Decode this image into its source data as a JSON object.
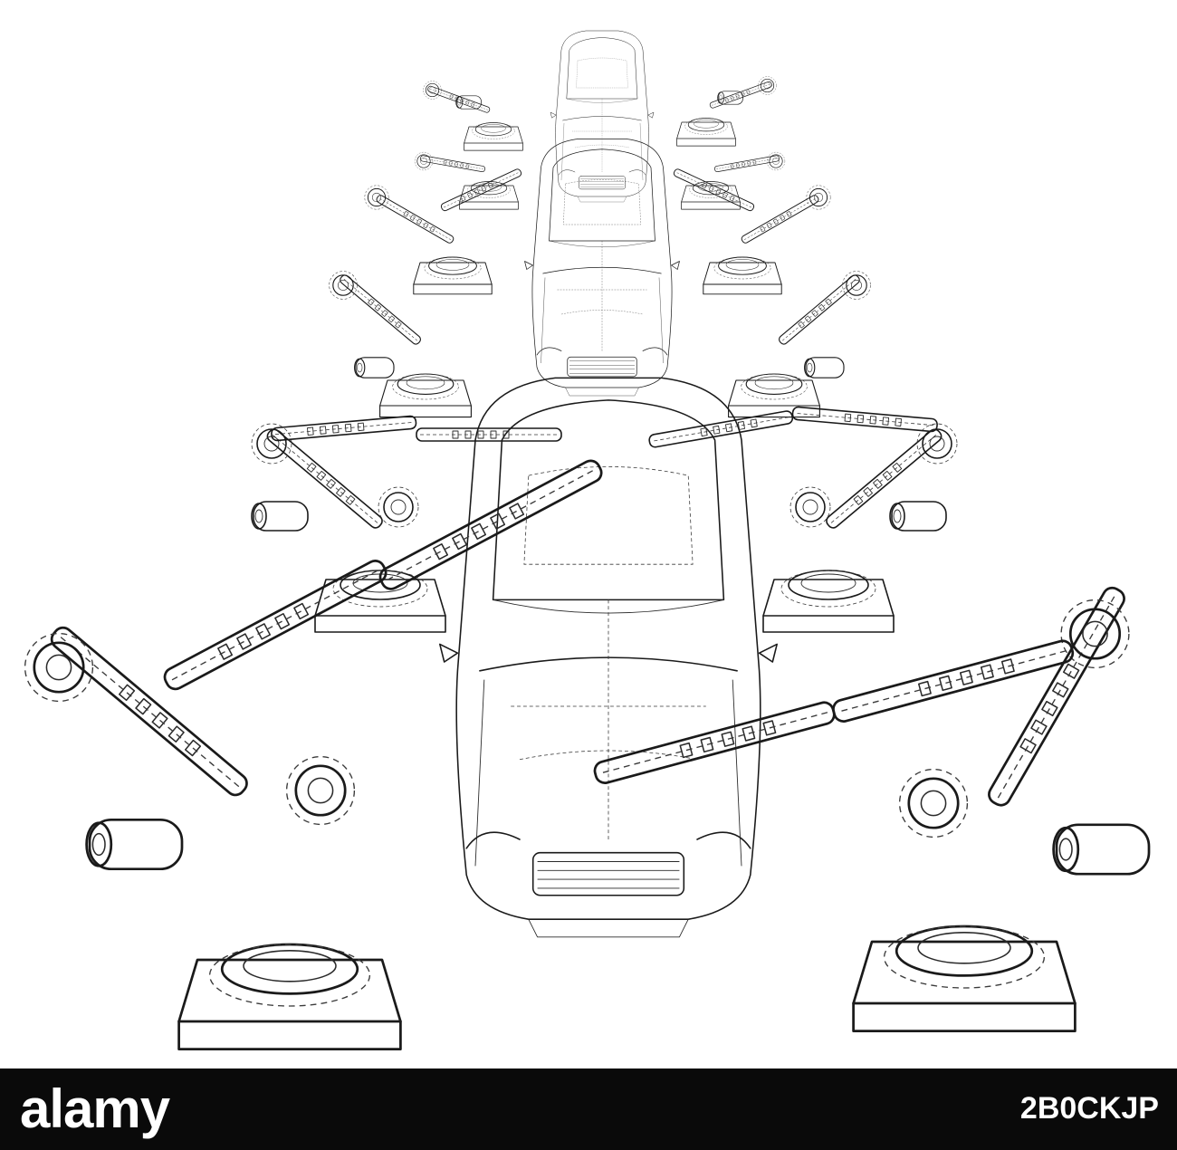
{
  "footer": {
    "watermark": "alamy",
    "image_id": "2B0CKJP"
  },
  "colors": {
    "line": "#1a1a1a",
    "background": "#ffffff",
    "footer_band": "#0a0a0a",
    "footer_text": "#ffffff"
  },
  "icons": {
    "logo": "alamy-logo"
  }
}
